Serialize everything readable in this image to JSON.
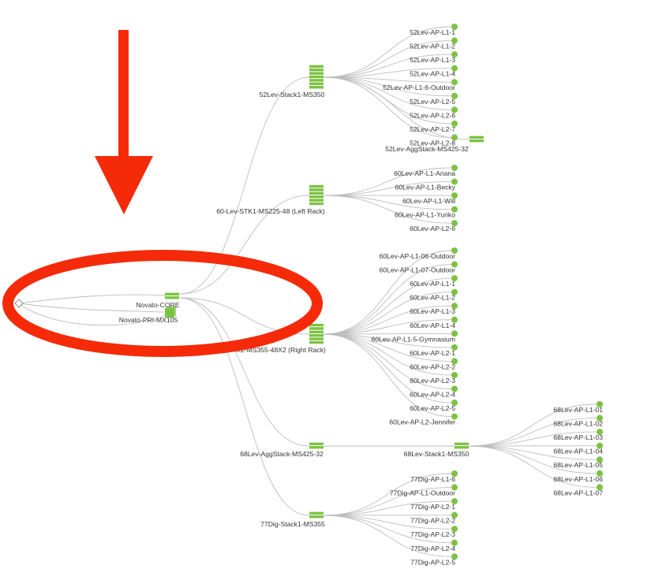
{
  "colors": {
    "device": "#7cc242",
    "edge": "#bdbdbd",
    "annotation": "#f52a08",
    "text": "#333333"
  },
  "topology": {
    "root_icon": "diamond-icon",
    "core": {
      "label": "Novato-CORE",
      "icon": "switch-icon"
    },
    "appliance": {
      "label": "Novato-PRI-MX105",
      "icon": "appliance-icon"
    },
    "switches": [
      {
        "label": "52Lev-Stack1-MS350",
        "aps": [
          "52Lev-AP-L1-1",
          "52Lev-AP-L1-2",
          "52Lev-AP-L1-3",
          "52Lev-AP-L1-4",
          "52Lev-AP-L1-6-Outdoor",
          "52Lev-AP-L2-5",
          "52Lev-AP-L2-6",
          "52Lev-AP-L2-7",
          "52Lev-AP-L2-8"
        ],
        "child_switch": {
          "label": "52Lev-AggStack-MS425-32",
          "aps": []
        }
      },
      {
        "label": "60-Lev-STK1-MS225-48 (Left Rack)",
        "aps": [
          "60Lev-AP-L1-Ariana",
          "60Lev-AP-L1-Becky",
          "60Lev-AP-L1-Will",
          "60Lev-AP-L1-Yuriko",
          "60Lev-AP-L2-6"
        ]
      },
      {
        "label": "60-Lev-STK2-MS355-48X2 (Right Rack)",
        "aps": [
          "60Lev-AP-L1-06-Outdoor",
          "60Lev-AP-L1-07-Outdoor",
          "60Lev-AP-L1-1",
          "60Lev-AP-L1-2",
          "60Lev-AP-L1-3",
          "60Lev-AP-L1-4",
          "60Lev-AP-L1-5-Gymnasium",
          "60Lev-AP-L2-1",
          "60Lev-AP-L2-2",
          "60Lev-AP-L2-3",
          "60Lev-AP-L2-4",
          "60Lev-AP-L2-5",
          "60Lev-AP-L2-Jennifer"
        ]
      },
      {
        "label": "68Lev-AggStack-MS425-32",
        "aps": [],
        "child_switch": {
          "label": "68Lev-Stack1-MS350",
          "aps": [
            "68Lev-AP-L1-01",
            "68Lev-AP-L1-02",
            "68Lev-AP-L1-03",
            "68Lev-AP-L1-04",
            "68Lev-AP-L1-05",
            "68Lev-AP-L1-06",
            "68Lev-AP-L1-07"
          ]
        }
      },
      {
        "label": "77Dig-Stack1-MS355",
        "aps": [
          "77Dig-AP-L1-6",
          "77Dig-AP-L1-Outdoor",
          "77Dig-AP-L2-1",
          "77Dig-AP-L2-2",
          "77Dig-AP-L2-3",
          "77Dig-AP-L2-4",
          "77Dig-AP-L2-5"
        ]
      }
    ]
  }
}
